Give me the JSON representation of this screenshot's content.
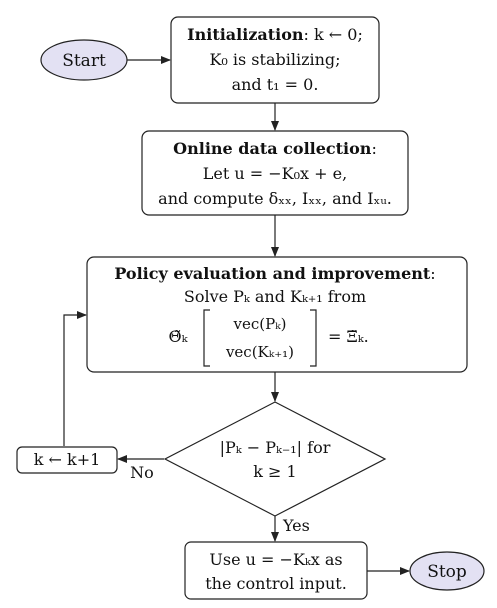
{
  "nodes": {
    "start": {
      "label": "Start"
    },
    "init": {
      "title": "Initialization",
      "line1_rest": ": k ← 0;",
      "line2": "K₀ is stabilizing;",
      "line3": "and t₁ = 0."
    },
    "online": {
      "title": "Online data collection",
      "title_suffix": ":",
      "line2": "Let u = −K₀x + e,",
      "line3": "and compute δₓₓ, Iₓₓ, and Iₓᵤ."
    },
    "policy": {
      "title": "Policy evaluation and improvement",
      "title_suffix": ":",
      "line2": "Solve Pₖ and Kₖ₊₁ from",
      "theta": "Θ̃ₖ",
      "vec1": "vec(Pₖ)",
      "vec2": "vec(Kₖ₊₁)",
      "rhs": "=  Ξ̃ₖ."
    },
    "decision": {
      "line1": "|Pₖ − Pₖ₋₁| for",
      "line2": "k ≥ 1"
    },
    "increment": {
      "label": "k ← k+1"
    },
    "final": {
      "line1": "Use u = −Kₖx as",
      "line2": "the control input."
    },
    "stop": {
      "label": "Stop"
    }
  },
  "edges": {
    "no_label": "No",
    "yes_label": "Yes"
  },
  "colors": {
    "terminal_fill": "#e3e1f3",
    "stroke": "#222222",
    "text": "#111111"
  }
}
